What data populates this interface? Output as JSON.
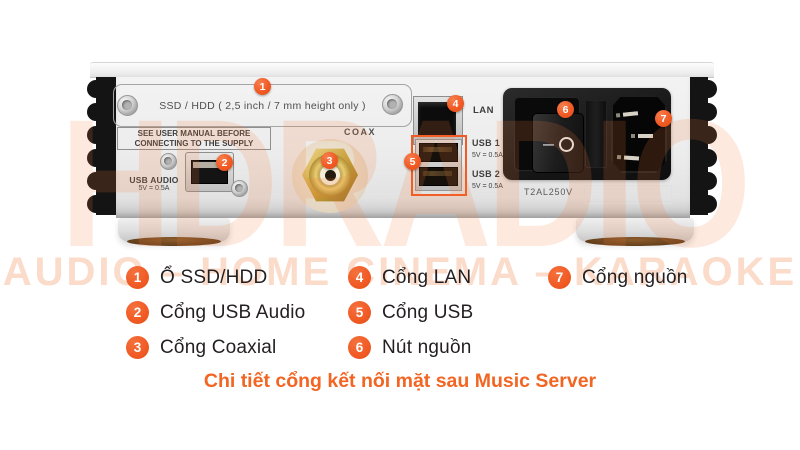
{
  "colors": {
    "accent_orange": "#F15A24",
    "caption_orange": "#F26522",
    "legend_text": "#231F20",
    "watermark_peach": "#F8D9C4",
    "chassis_silver": "#ECECEC",
    "heatsink_black": "#141414"
  },
  "watermark": {
    "brand": "HDRADIO",
    "tagline": "AUDIO – HOME CINEMA – KARAOKE"
  },
  "device": {
    "ssd_tray_label": "SSD / HDD ( 2,5 inch / 7 mm height only )",
    "manual_notice_line1": "SEE USER MANUAL BEFORE",
    "manual_notice_line2": "CONNECTING TO THE SUPPLY",
    "usb_audio_label": "USB AUDIO",
    "usb_audio_rating": "5V = 0.5A",
    "coax_label": "COAX",
    "lan_label": "LAN",
    "usb1_label": "USB 1",
    "usb1_rating": "5V = 0.5A",
    "usb2_label": "USB 2",
    "usb2_rating": "5V = 0.5A",
    "power_switch_dash": "—",
    "fuse_rating": "T2AL250V"
  },
  "callouts": [
    "1",
    "2",
    "3",
    "4",
    "5",
    "6",
    "7"
  ],
  "legend": {
    "items": [
      {
        "num": "1",
        "label": "Ổ SSD/HDD"
      },
      {
        "num": "2",
        "label": "Cổng USB Audio"
      },
      {
        "num": "3",
        "label": "Cổng Coaxial"
      },
      {
        "num": "4",
        "label": "Cổng LAN"
      },
      {
        "num": "5",
        "label": "Cổng USB"
      },
      {
        "num": "6",
        "label": "Nút nguồn"
      },
      {
        "num": "7",
        "label": "Cổng nguồn"
      }
    ]
  },
  "caption": "Chi tiết cổng kết nối mặt sau Music Server"
}
